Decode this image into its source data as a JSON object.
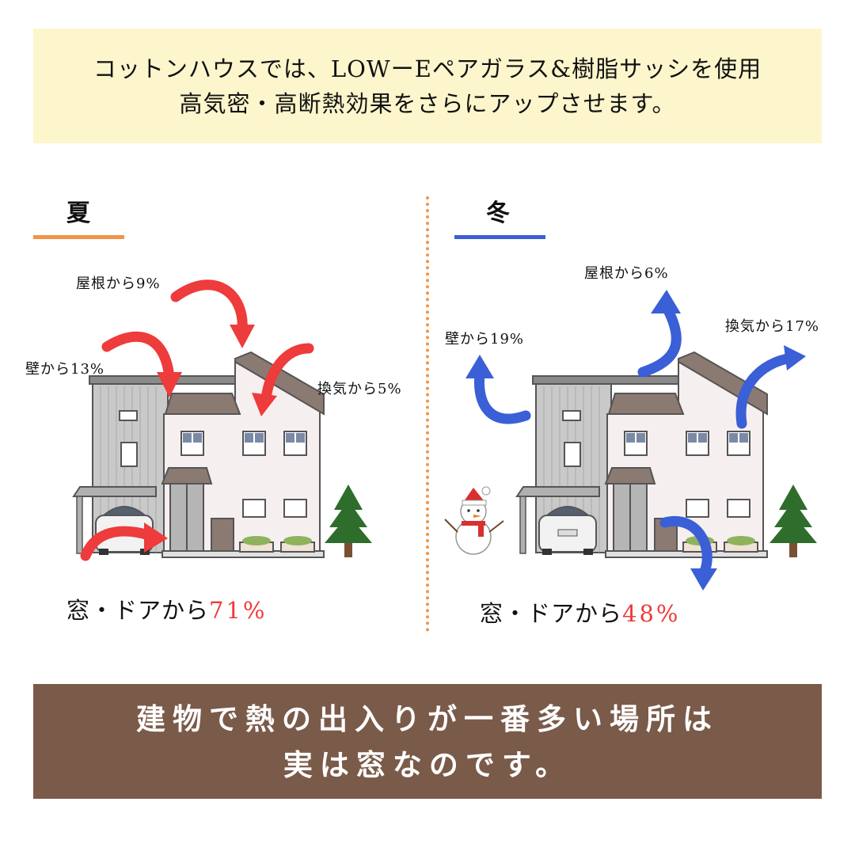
{
  "top_banner": {
    "line1": "コットンハウスでは、LOWーEペアガラス&樹脂サッシを使用",
    "line2": "高気密・高断熱効果をさらにアップさせます。"
  },
  "summer": {
    "title": "夏",
    "accent_color": "#f0944a",
    "roof": "屋根から9%",
    "wall": "壁から13%",
    "vent": "換気から5%",
    "window_prefix": "窓・ドアから",
    "window_pct": "71%",
    "arrow_color": "#ee3b3b"
  },
  "winter": {
    "title": "冬",
    "accent_color": "#3a5fd6",
    "roof": "屋根から6%",
    "wall": "壁から19%",
    "vent": "換気から17%",
    "window_prefix": "窓・ドアから",
    "window_pct": "48%",
    "arrow_color": "#3a5fd6"
  },
  "bottom_banner": {
    "line1": "建物で熱の出入りが一番多い場所は",
    "line2": "実は窓なのです。"
  }
}
